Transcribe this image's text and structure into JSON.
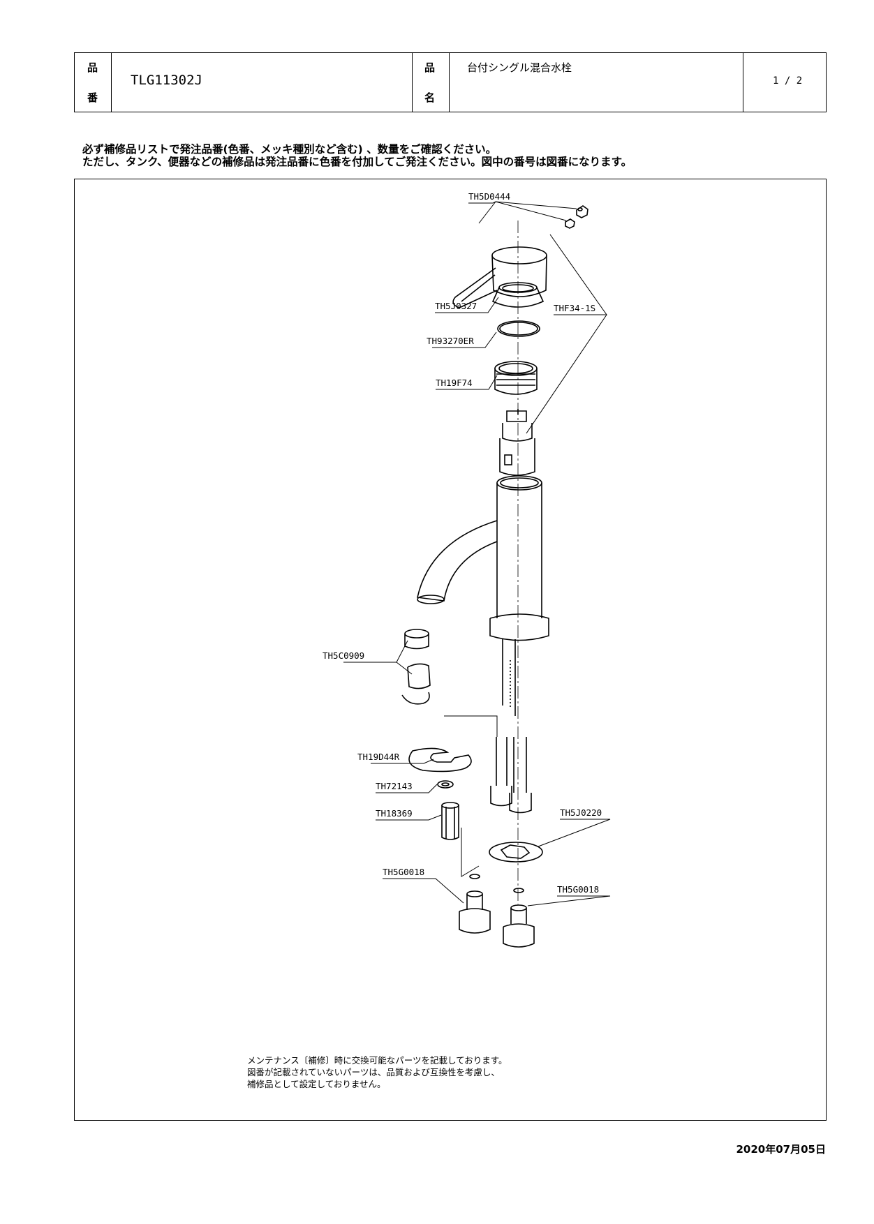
{
  "header": {
    "product_no_label_1": "品",
    "product_no_label_2": "番",
    "product_no": "TLG11302J",
    "product_name_label_1": "品",
    "product_name_label_2": "名",
    "product_name": "台付シングル混合水栓",
    "page": "1 / 2"
  },
  "notice": {
    "line1": "必ず補修品リストで発注品番(色番、メッキ種別など含む) 、数量をご確認ください。",
    "line2": "ただし、タンク、便器などの補修品は発注品番に色番を付加してご発注ください。図中の番号は図番になります。"
  },
  "parts": {
    "th5d0444": "TH5D0444",
    "thf34": "THF34-1S",
    "th5j0327": "TH5J0327",
    "th93270er": "TH93270ER",
    "th19f74": "TH19F74",
    "th5c0909": "TH5C0909",
    "th19d44r": "TH19D44R",
    "th72143": "TH72143",
    "th18369": "TH18369",
    "th5j0220": "TH5J0220",
    "th5g0018_left": "TH5G0018",
    "th5g0018_right": "TH5G0018"
  },
  "maintenance_note": {
    "line1": "メンテナンス〔補修〕時に交換可能なパーツを記載しております。",
    "line2": "図番が記載されていないパーツは、品質および互換性を考慮し、",
    "line3": "補修品として設定しておりません。"
  },
  "date": "2020年07月05日"
}
